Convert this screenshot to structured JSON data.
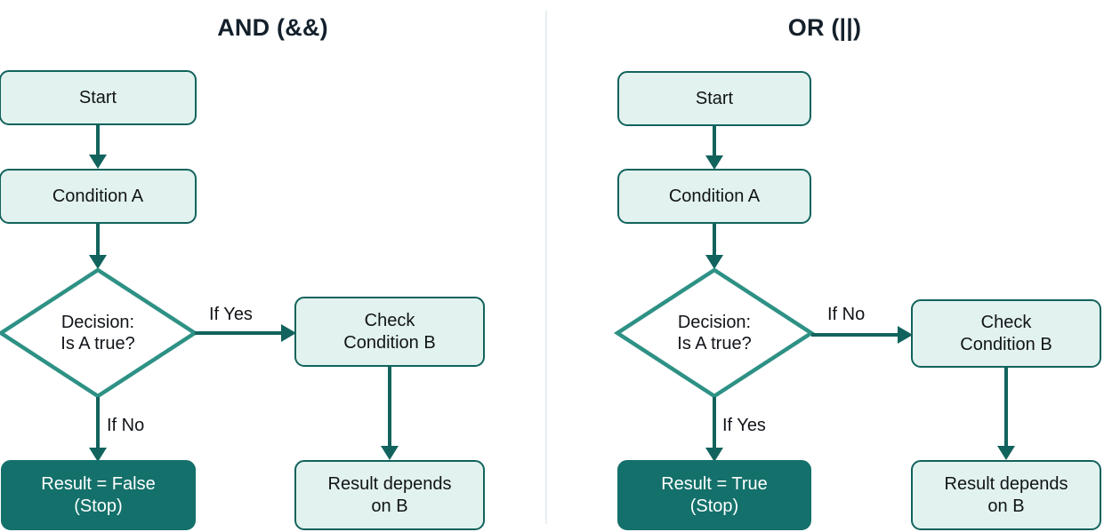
{
  "colors": {
    "stroke_dark": "#12635d",
    "stroke_mid": "#2e9185",
    "fill_light": "#e2f2ee",
    "fill_dark": "#14706a",
    "text_dark": "#111418",
    "text_light": "#ffffff",
    "title": "#14202b",
    "divider": "#e8eff2",
    "background": "#ffffff"
  },
  "panels": [
    {
      "id": "and",
      "title": "AND (&&)",
      "nodes": {
        "start": "Start",
        "condition_a": "Condition A",
        "decision": "Decision:\nIs A true?",
        "check_b": "Check\nCondition B",
        "terminal": "Result = False\n(Stop)",
        "depends": "Result depends\non B"
      },
      "edge_labels": {
        "branch_right": "If Yes",
        "branch_down": "If No"
      }
    },
    {
      "id": "or",
      "title": "OR (||)",
      "nodes": {
        "start": "Start",
        "condition_a": "Condition A",
        "decision": "Decision:\nIs A true?",
        "check_b": "Check\nCondition B",
        "terminal": "Result = True\n(Stop)",
        "depends": "Result depends\non B"
      },
      "edge_labels": {
        "branch_right": "If No",
        "branch_down": "If Yes"
      }
    }
  ]
}
